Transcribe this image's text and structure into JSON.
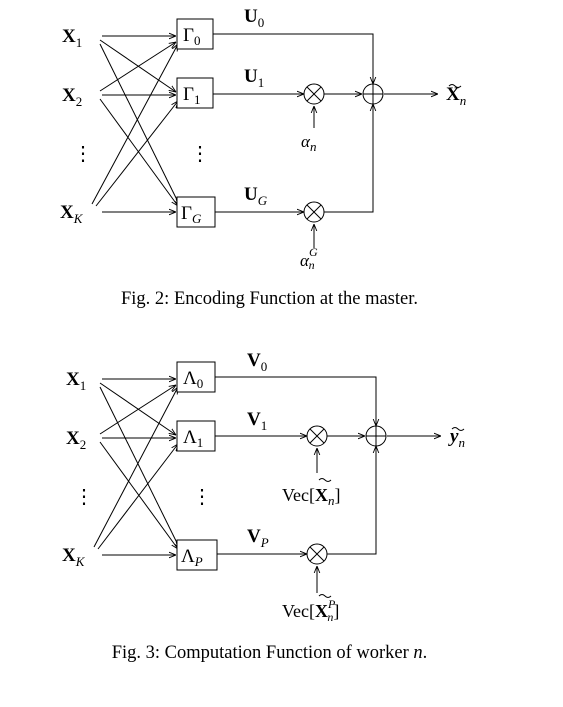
{
  "fig2": {
    "inputs": [
      {
        "base": "X",
        "sub": "1"
      },
      {
        "base": "X",
        "sub": "2"
      },
      {
        "base": "X",
        "sub": "K"
      }
    ],
    "blocks": [
      {
        "base": "Γ",
        "sub": "0"
      },
      {
        "base": "Γ",
        "sub": "1"
      },
      {
        "base": "Γ",
        "sub": "G"
      }
    ],
    "outputs": [
      {
        "base": "U",
        "sub": "0"
      },
      {
        "base": "U",
        "sub": "1"
      },
      {
        "base": "U",
        "sub": "G"
      }
    ],
    "scalars": [
      {
        "base": "α",
        "sub": "n",
        "sup": ""
      },
      {
        "base": "α",
        "sub": "n",
        "sup": "G"
      }
    ],
    "result": {
      "base": "X",
      "sub": "n"
    },
    "caption_prefix": "Fig. 2: Encoding Function at the master.",
    "vdots": "⋮"
  },
  "fig3": {
    "inputs": [
      {
        "base": "X",
        "sub": "1"
      },
      {
        "base": "X",
        "sub": "2"
      },
      {
        "base": "X",
        "sub": "K"
      }
    ],
    "blocks": [
      {
        "base": "Λ",
        "sub": "0"
      },
      {
        "base": "Λ",
        "sub": "1"
      },
      {
        "base": "Λ",
        "sub": "P"
      }
    ],
    "outputs": [
      {
        "base": "V",
        "sub": "0"
      },
      {
        "base": "V",
        "sub": "1"
      },
      {
        "base": "V",
        "sub": "P"
      }
    ],
    "vec_labels": [
      {
        "prefix": "Vec[",
        "base": "X",
        "sub": "n",
        "sup": "",
        "suffix": "]"
      },
      {
        "prefix": "Vec[",
        "base": "X",
        "sub": "n",
        "sup": "P",
        "suffix": "]"
      }
    ],
    "result": {
      "base": "y",
      "sub": "n"
    },
    "caption_text": "Fig. 3: Computation Function of worker ",
    "caption_var": "n",
    "caption_end": ".",
    "vdots": "⋮"
  }
}
